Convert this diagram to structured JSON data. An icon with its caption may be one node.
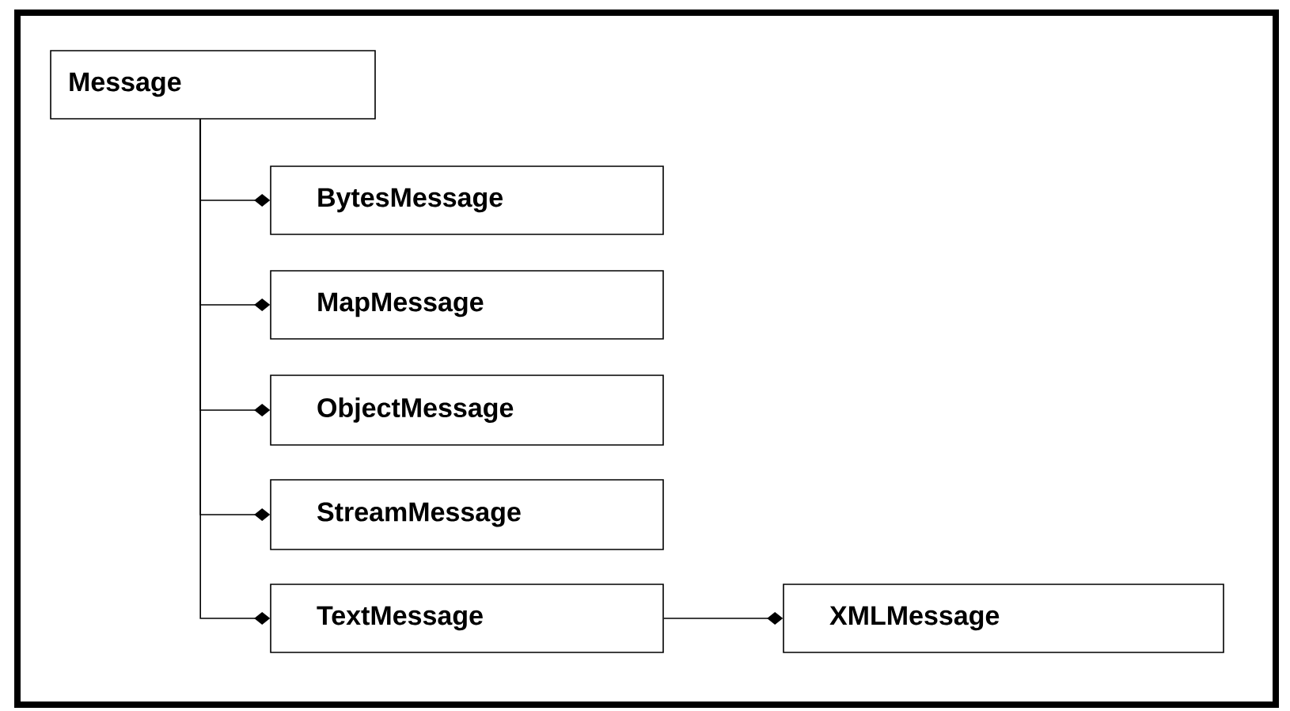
{
  "diagram": {
    "nodes": [
      {
        "text": [
          "Message"
        ]
      },
      {
        "text": [
          "BytesMessage"
        ]
      },
      {
        "text": [
          "MapMessage"
        ]
      },
      {
        "text": [
          "ObjectMessage"
        ]
      },
      {
        "text": [
          "StreamMessage"
        ]
      },
      {
        "text": [
          "TextMessage"
        ]
      },
      {
        "text": [
          "XMLMessage"
        ]
      }
    ],
    "edges": [
      {
        "from": 0,
        "to": 1,
        "arrow": "other"
      },
      {
        "from": 0,
        "to": 2,
        "arrow": "other"
      },
      {
        "from": 0,
        "to": 3,
        "arrow": "other"
      },
      {
        "from": 0,
        "to": 4,
        "arrow": "other"
      },
      {
        "from": 0,
        "to": 5,
        "arrow": "other"
      },
      {
        "from": 5,
        "to": 6,
        "arrow": "other"
      }
    ]
  }
}
